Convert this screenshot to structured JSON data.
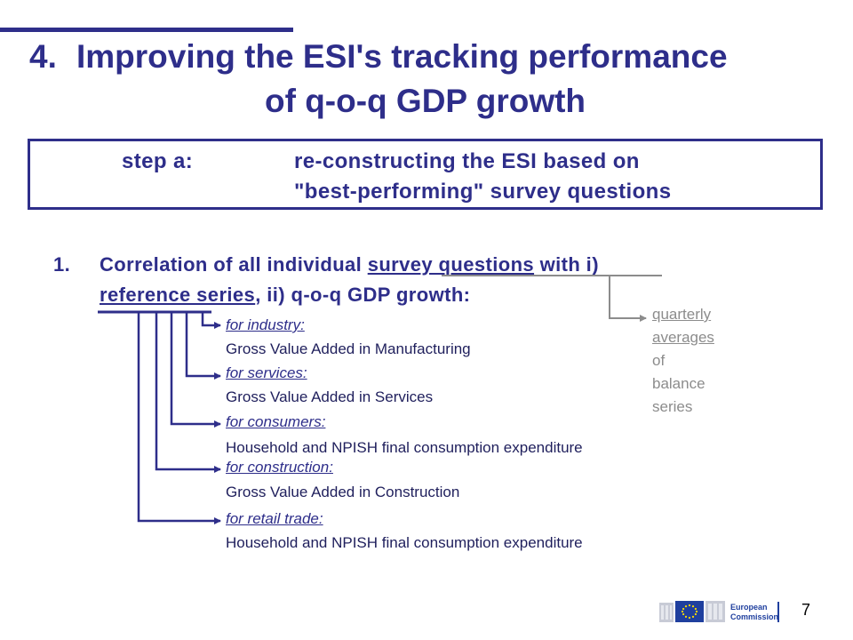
{
  "slide": {
    "title_number": "4.",
    "title_line1": "Improving the ESI's tracking performance",
    "title_line2": "of q-o-q GDP growth",
    "step": {
      "label": "step a:",
      "text_line1": "re-constructing the ESI based on",
      "text_line2": "\"best-performing\" survey questions"
    },
    "item": {
      "number": "1.",
      "line1_pre": "Correlation of all individual ",
      "line1_link": "survey questions",
      "line1_post": " with i)",
      "line2_link": "reference series",
      "line2_post": ", ii) q-o-q GDP growth:"
    },
    "sectors": [
      {
        "category": "for industry:",
        "description": "Gross Value Added in Manufacturing"
      },
      {
        "category": "for services:",
        "description": "Gross Value Added in Services"
      },
      {
        "category": "for consumers:",
        "description": "Household and NPISH final consumption expenditure"
      },
      {
        "category": "for construction:",
        "description": "Gross Value Added in Construction"
      },
      {
        "category": "for retail trade:",
        "description": "Household and NPISH final consumption expenditure"
      }
    ],
    "note": {
      "line1": "quarterly",
      "line2": "averages",
      "line3": "of",
      "line4": "balance",
      "line5": "series"
    },
    "footer": {
      "logo_text_line1": "European",
      "logo_text_line2": "Commission",
      "page_number": "7"
    }
  },
  "colors": {
    "primary": "#2e2e8a",
    "grey": "#8c8c8c",
    "eu_blue": "#1f3f9e",
    "eu_yellow": "#ffdd00"
  }
}
